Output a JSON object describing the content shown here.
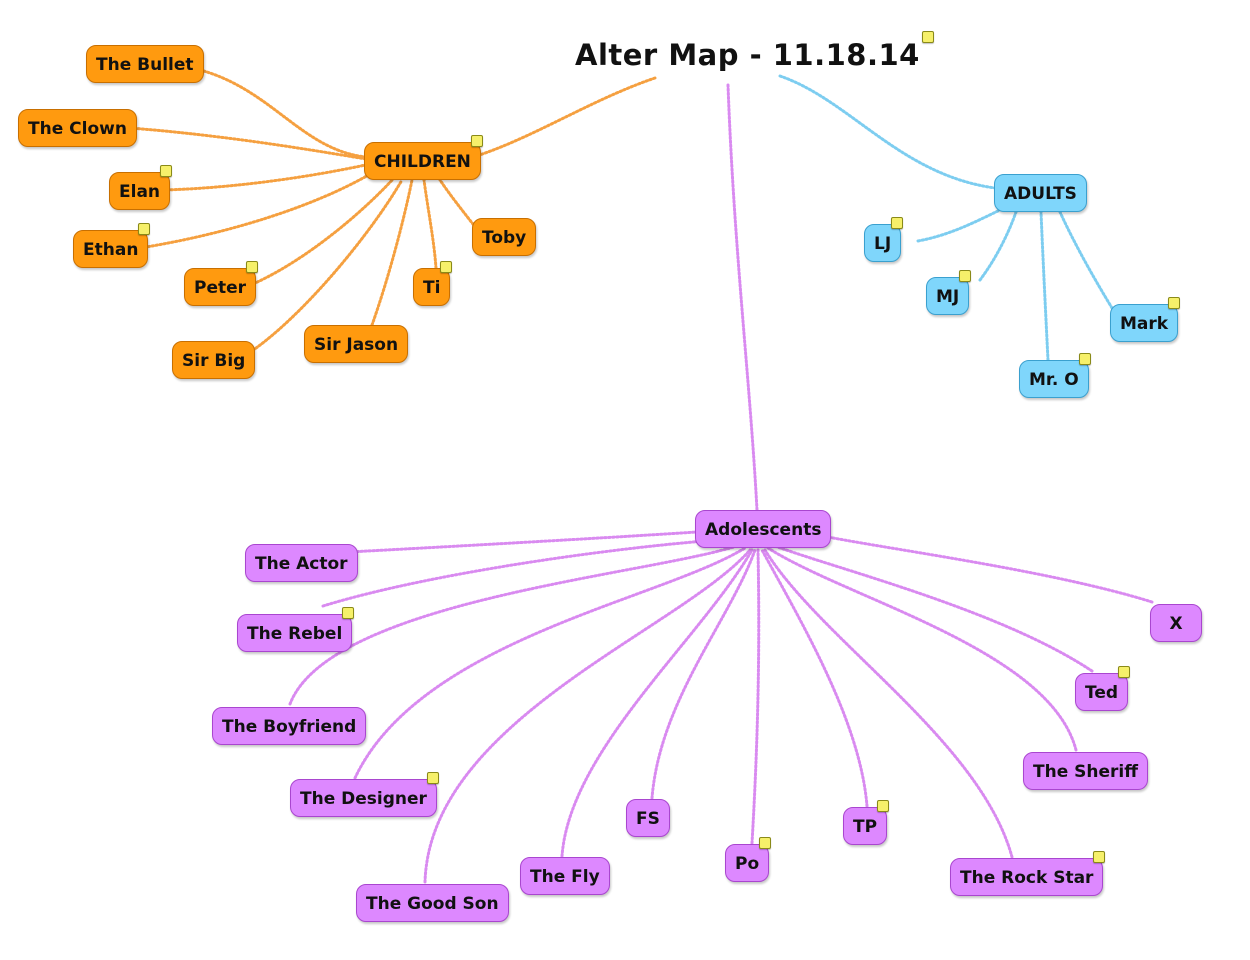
{
  "map": {
    "title": "Alter Map - 11.18.14",
    "colors": {
      "children": "#ff9a0f",
      "adults": "#7fd6fb",
      "adolescents": "#dd88ff",
      "note": "#f6f06a"
    },
    "children": {
      "label": "CHILDREN",
      "items": [
        "The Bullet",
        "The Clown",
        "Elan",
        "Ethan",
        "Peter",
        "Sir Big",
        "Sir Jason",
        "Ti",
        "Toby"
      ]
    },
    "adults": {
      "label": "ADULTS",
      "items": [
        "LJ",
        "MJ",
        "Mr. O",
        "Mark"
      ]
    },
    "adolescents": {
      "label": "Adolescents",
      "items": [
        "The Actor",
        "The Rebel",
        "The Boyfriend",
        "The Designer",
        "The Good Son",
        "The Fly",
        "FS",
        "Po",
        "TP",
        "The Rock Star",
        "The Sheriff",
        "Ted",
        "X"
      ]
    }
  }
}
